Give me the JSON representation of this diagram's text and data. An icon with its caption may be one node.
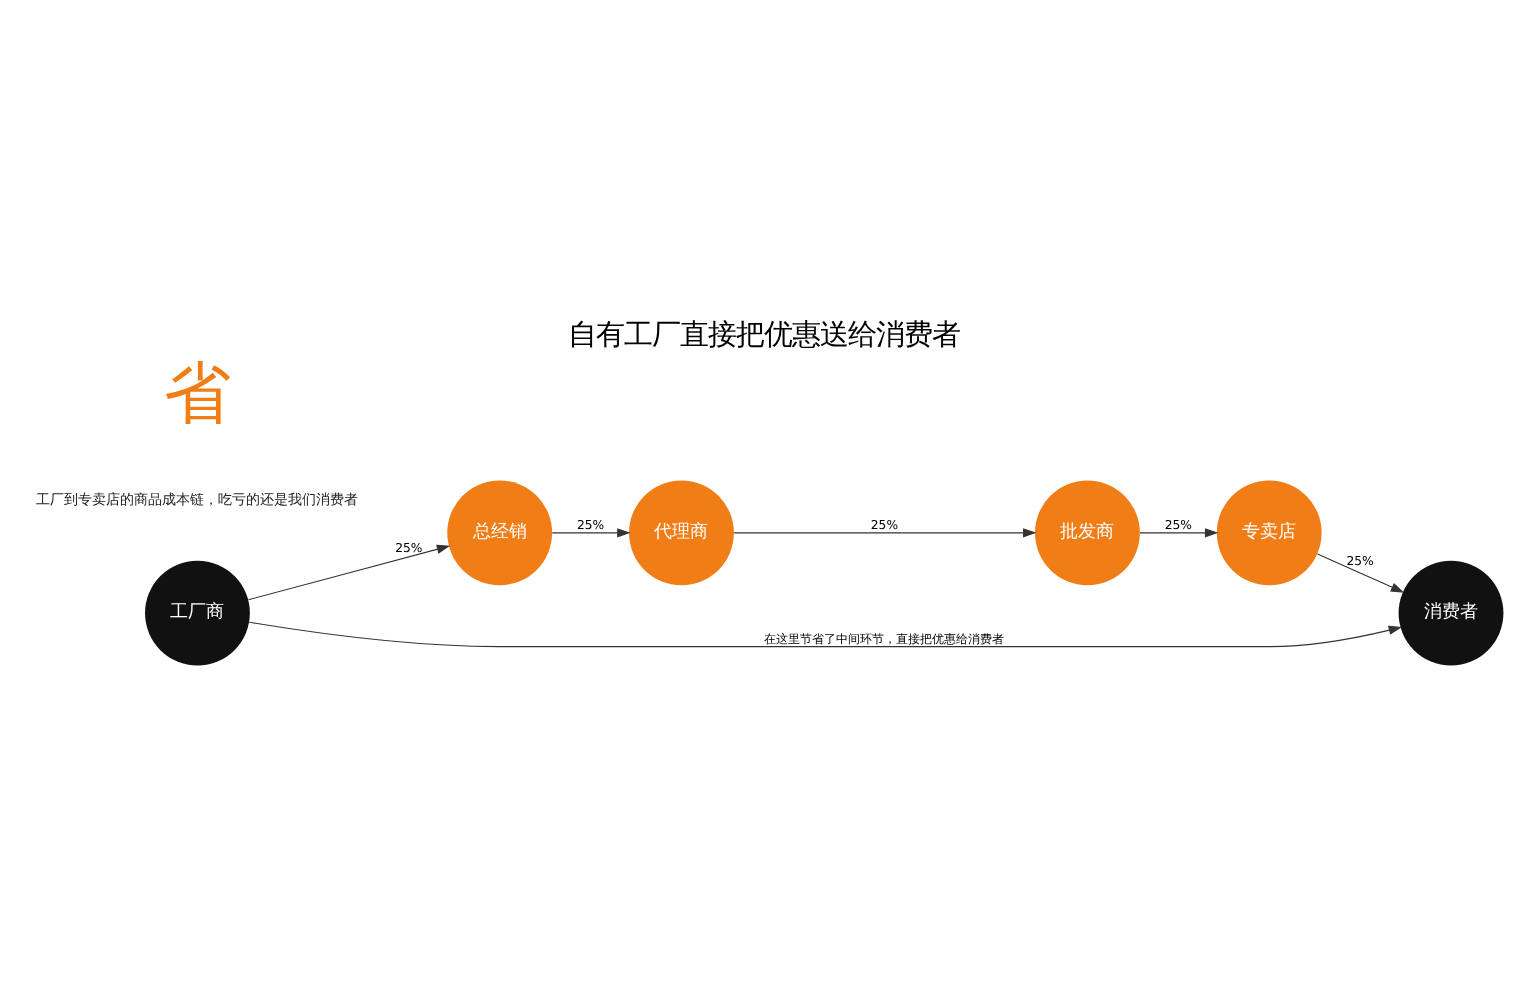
{
  "diagram": {
    "title": "自有工厂直接把优惠送给消费者",
    "nodes": [
      {
        "text": [
          "工厂商"
        ]
      },
      {
        "text": [
          "总经销"
        ]
      },
      {
        "text": [
          "代理商"
        ]
      },
      {
        "text": [
          "批发商"
        ]
      },
      {
        "text": [
          "专卖店"
        ]
      },
      {
        "text": [
          "消费者"
        ]
      }
    ],
    "edges": [
      {
        "from": 0,
        "to": 1,
        "arrow": "to",
        "label": "25%"
      },
      {
        "from": 1,
        "to": 2,
        "arrow": "to",
        "label": "25%"
      },
      {
        "from": 2,
        "to": 3,
        "arrow": "to",
        "label": "25%"
      },
      {
        "from": 3,
        "to": 4,
        "arrow": "to",
        "label": "25%"
      },
      {
        "from": 4,
        "to": 5,
        "arrow": "to",
        "label": "25%"
      },
      {
        "from": 0,
        "to": 5,
        "arrow": "to",
        "label": "在这里节省了中间环节，直接把优惠给消费者"
      }
    ],
    "labels": [
      "工厂到专卖店的商品成本链，吃亏的还是我们消费者",
      "省"
    ]
  }
}
